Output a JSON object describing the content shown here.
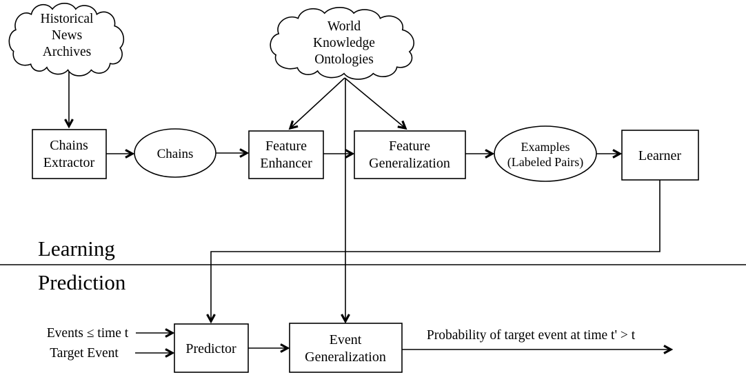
{
  "colors": {
    "stroke": "#000000",
    "text": "#000000",
    "background": "#ffffff"
  },
  "sections": {
    "learning_label": "Learning",
    "prediction_label": "Prediction"
  },
  "clouds": {
    "historical": {
      "line1": "Historical",
      "line2": "News",
      "line3": "Archives"
    },
    "ontologies": {
      "line1": "World",
      "line2": "Knowledge",
      "line3": "Ontologies"
    }
  },
  "boxes": {
    "chains_extractor": {
      "line1": "Chains",
      "line2": "Extractor"
    },
    "feature_enhancer": {
      "line1": "Feature",
      "line2": "Enhancer"
    },
    "feature_generalization": {
      "line1": "Feature",
      "line2": "Generalization"
    },
    "learner": {
      "label": "Learner"
    },
    "predictor": {
      "label": "Predictor"
    },
    "event_generalization": {
      "line1": "Event",
      "line2": "Generalization"
    }
  },
  "ellipses": {
    "chains": {
      "label": "Chains"
    },
    "examples": {
      "line1": "Examples",
      "line2": "(Labeled Pairs)"
    }
  },
  "io": {
    "input1_label": "Events ≤ time t",
    "input2_label": "Target Event",
    "output_label": "Probability of target event at time t' > t"
  }
}
